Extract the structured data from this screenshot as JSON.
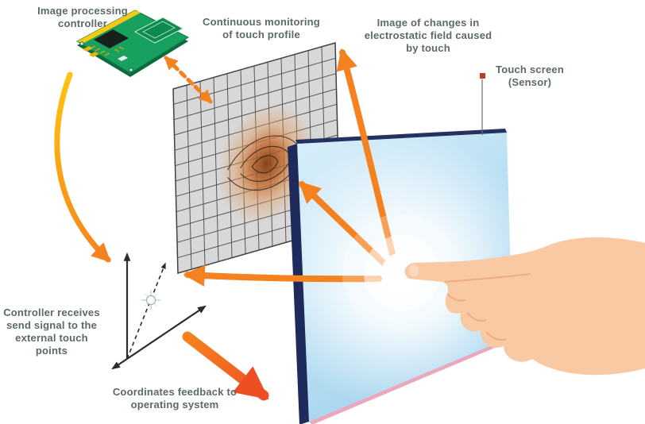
{
  "labels": {
    "controller": {
      "lines": [
        "Image processing",
        "controller"
      ]
    },
    "monitoring": {
      "lines": [
        "Continuous monitoring",
        "of touch profile"
      ]
    },
    "field_image": {
      "lines": [
        "Image of changes in",
        "electrostatic field caused",
        "by touch"
      ]
    },
    "touchscreen": {
      "lines": [
        "Touch screen",
        "(Sensor)"
      ]
    },
    "controller_receives": {
      "lines": [
        "Controller receives",
        "send signal to the",
        "external touch points"
      ]
    },
    "coordinates_feedback": {
      "lines": [
        "Coordinates feedback to",
        "operating system"
      ]
    }
  },
  "colors": {
    "label_text": "#5b6a63",
    "arrow_orange": "#f58220",
    "arrow_yellow": "#ffc20e",
    "arrow_deep_orange": "#ee4e23",
    "pcb_green": "#18a05f",
    "pcb_dark_green": "#0c6b3e",
    "pcb_yellow_edge": "#f6c915",
    "mesh_gray": "#d6d6d6",
    "grid_line": "#3f3f3f",
    "distortion_orange": "#c4682a",
    "screen_blue_light": "#d7eefb",
    "screen_blue": "#96cdea",
    "screen_edge_navy": "#1e2a5c",
    "screen_edge_pink": "#e9a8bd",
    "hand_skin": "#f9c9a4",
    "hand_shadow": "#e8a87c",
    "axis_black": "#2b2b2b"
  }
}
